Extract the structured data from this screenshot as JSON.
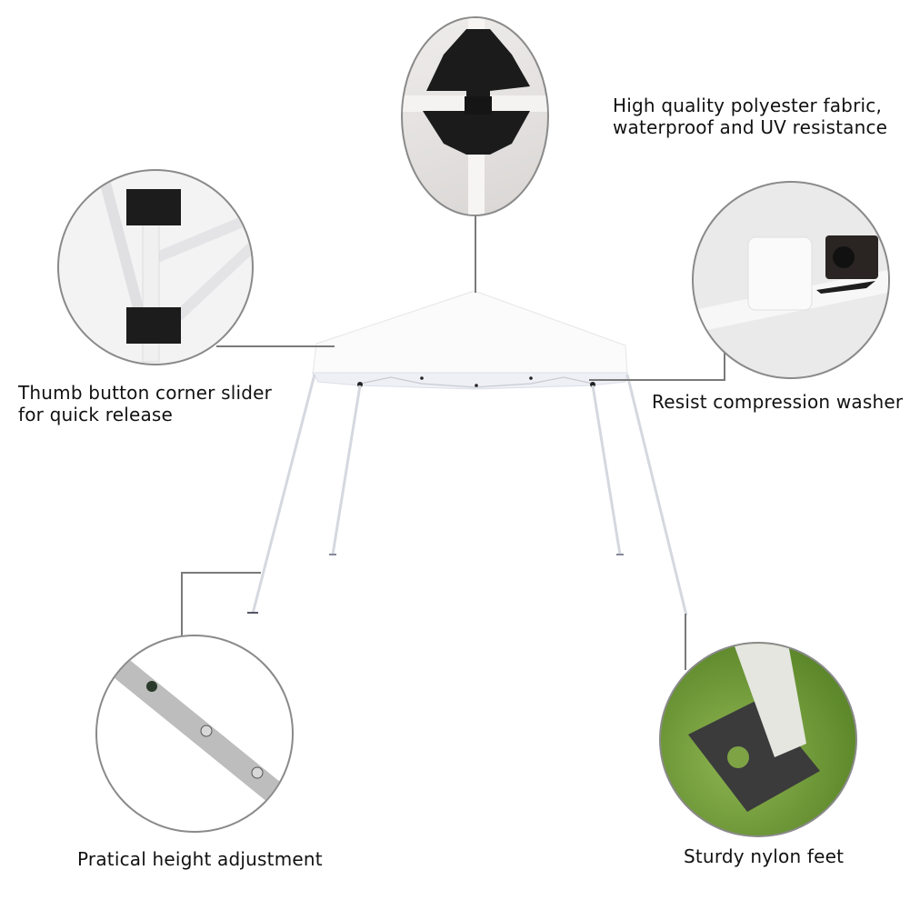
{
  "features": [
    {
      "id": "fabric",
      "label_lines": [
        "High quality polyester fabric,",
        "waterproof and UV resistance"
      ],
      "icon": "corner-bracket-closeup"
    },
    {
      "id": "slider",
      "label_lines": [
        "Thumb button corner slider",
        "for quick release"
      ],
      "icon": "thumb-slider-closeup"
    },
    {
      "id": "washer",
      "label_lines": [
        "Resist compression washer"
      ],
      "icon": "washer-closeup"
    },
    {
      "id": "height",
      "label_lines": [
        "Pratical height adjustment"
      ],
      "icon": "leg-holes-closeup"
    },
    {
      "id": "feet",
      "label_lines": [
        "Sturdy nylon feet"
      ],
      "icon": "foot-plate-closeup"
    }
  ],
  "product": {
    "name": "canopy-tent",
    "canopy_color": "#ffffff"
  },
  "colors": {
    "callout_line": "#7a7a7a",
    "circle_border": "#8a8a8a",
    "grass": "#6f9a3a",
    "bracket": "#1a1a1a"
  }
}
